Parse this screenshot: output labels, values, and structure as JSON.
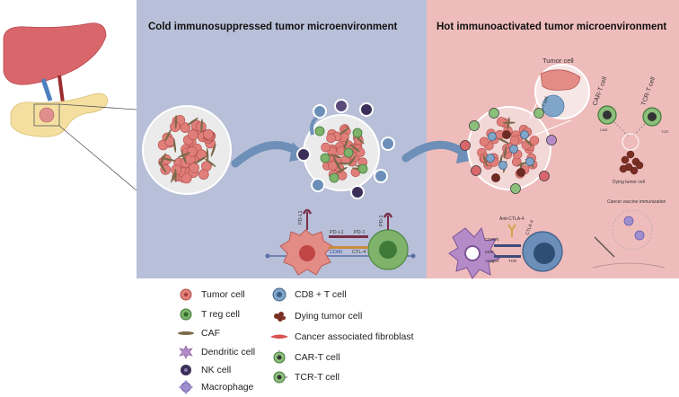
{
  "panels": {
    "cold": {
      "title": "Cold immunosuppressed tumor microenvironment",
      "color": "#b8bfd8"
    },
    "hot": {
      "title": "Hot immunoactivated tumor microenvironment",
      "color": "#efbcbc"
    }
  },
  "cold_labels": {
    "pdl1_top": "PD-L1",
    "pdl1": "PD-L1",
    "cd80": "CD80",
    "pd1": "PD-1",
    "ctla4": "CTL-4",
    "pd1_top": "PD-1"
  },
  "hot_labels": {
    "tumor_cell": "Tumor cell",
    "cd8_cell": "CD8+T cell",
    "car_t": "CAR-T cell",
    "tcr_t": "TCR-T cell",
    "car": "CAR",
    "tcr": "TCR",
    "dying": "Dying tumor cell",
    "vaccine": "Cancer vaccine immunization",
    "anti_ctla4": "Anti-CTLA-4",
    "ctla4": "CTLA-4",
    "cd80": "CD80/6",
    "mhc": "MHC",
    "antigen": "Antigen",
    "tcr_bottom": "TCR"
  },
  "legend": [
    {
      "icon": "tumor-cell",
      "label": "Tumor cell"
    },
    {
      "icon": "treg-cell",
      "label": "T reg cell"
    },
    {
      "icon": "caf",
      "label": "CAF"
    },
    {
      "icon": "dendritic-cell",
      "label": "Dendritic cell"
    },
    {
      "icon": "nk-cell",
      "label": "NK cell"
    },
    {
      "icon": "macrophage",
      "label": "Macrophage"
    },
    {
      "icon": "cd8-t-cell",
      "label": "CD8 + T cell"
    },
    {
      "icon": "dying-tumor-cell",
      "label": "Dying tumor cell"
    },
    {
      "icon": "cancer-associated-fibroblast",
      "label": "Cancer associated fibroblast"
    },
    {
      "icon": "car-t-cell",
      "label": "CAR-T cell"
    },
    {
      "icon": "tcr-t-cell",
      "label": "TCR-T cell"
    }
  ]
}
